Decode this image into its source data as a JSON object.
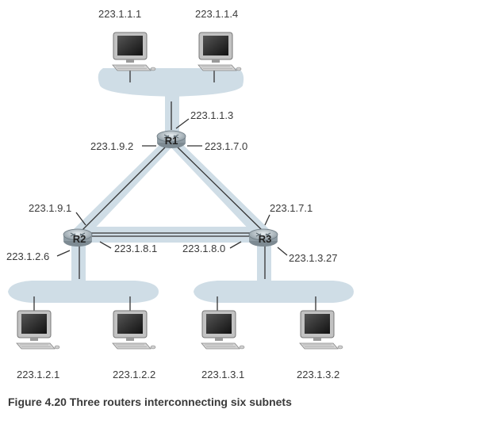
{
  "figure": {
    "caption": "Figure 4.20 Three routers interconnecting six subnets"
  },
  "routers": {
    "r1": {
      "name": "R1"
    },
    "r2": {
      "name": "R2"
    },
    "r3": {
      "name": "R3"
    }
  },
  "hosts": {
    "top_left": "223.1.1.1",
    "top_right": "223.1.1.4",
    "bottom_1": "223.1.2.1",
    "bottom_2": "223.1.2.2",
    "bottom_3": "223.1.3.1",
    "bottom_4": "223.1.3.2"
  },
  "interfaces": {
    "r1_top": "223.1.1.3",
    "r1_left": "223.1.9.2",
    "r1_right": "223.1.7.0",
    "r2_top": "223.1.9.1",
    "r2_left": "223.1.2.6",
    "r2_right": "223.1.8.1",
    "r3_left": "223.1.8.0",
    "r3_top": "223.1.7.1",
    "r3_right": "223.1.3.27"
  },
  "colors": {
    "subnet_band": "#cfdde6",
    "line": "#333333",
    "monitor_body": "#b9b9b9",
    "screen": "#2a2a2a",
    "router_body": "#a8b5bd"
  }
}
